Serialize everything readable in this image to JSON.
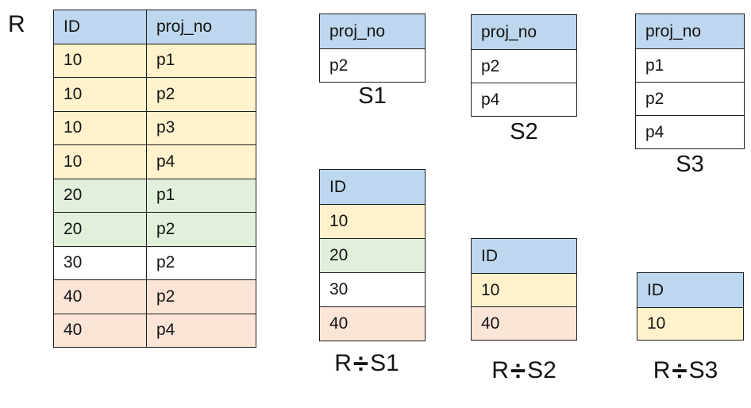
{
  "colors": {
    "header_blue": "#BDD7EE",
    "row_yellow": "#FFF2CC",
    "row_green": "#E2EFDA",
    "row_white": "#FFFFFF",
    "row_pink": "#FCE4D6",
    "border": "#1D1D1D",
    "text": "#141414"
  },
  "tables": {
    "r": {
      "name": "R",
      "columns": [
        "ID",
        "proj_no"
      ],
      "rows": [
        {
          "cells": [
            "10",
            "p1"
          ],
          "color": "row_yellow"
        },
        {
          "cells": [
            "10",
            "p2"
          ],
          "color": "row_yellow"
        },
        {
          "cells": [
            "10",
            "p3"
          ],
          "color": "row_yellow"
        },
        {
          "cells": [
            "10",
            "p4"
          ],
          "color": "row_yellow"
        },
        {
          "cells": [
            "20",
            "p1"
          ],
          "color": "row_green"
        },
        {
          "cells": [
            "20",
            "p2"
          ],
          "color": "row_green"
        },
        {
          "cells": [
            "30",
            "p2"
          ],
          "color": "row_white"
        },
        {
          "cells": [
            "40",
            "p2"
          ],
          "color": "row_pink"
        },
        {
          "cells": [
            "40",
            "p4"
          ],
          "color": "row_pink"
        }
      ]
    },
    "s1": {
      "name": "S1",
      "columns": [
        "proj_no"
      ],
      "rows": [
        {
          "cells": [
            "p2"
          ],
          "color": "row_white"
        }
      ]
    },
    "s2": {
      "name": "S2",
      "columns": [
        "proj_no"
      ],
      "rows": [
        {
          "cells": [
            "p2"
          ],
          "color": "row_white"
        },
        {
          "cells": [
            "p4"
          ],
          "color": "row_white"
        }
      ]
    },
    "s3": {
      "name": "S3",
      "columns": [
        "proj_no"
      ],
      "rows": [
        {
          "cells": [
            "p1"
          ],
          "color": "row_white"
        },
        {
          "cells": [
            "p2"
          ],
          "color": "row_white"
        },
        {
          "cells": [
            "p4"
          ],
          "color": "row_white"
        }
      ]
    },
    "r_div_s1": {
      "name": "R ÷ S1",
      "name_parts": {
        "left": "R",
        "op": "÷",
        "right": "S1"
      },
      "columns": [
        "ID"
      ],
      "rows": [
        {
          "cells": [
            "10"
          ],
          "color": "row_yellow"
        },
        {
          "cells": [
            "20"
          ],
          "color": "row_green"
        },
        {
          "cells": [
            "30"
          ],
          "color": "row_white"
        },
        {
          "cells": [
            "40"
          ],
          "color": "row_pink"
        }
      ]
    },
    "r_div_s2": {
      "name": "R ÷ S2",
      "name_parts": {
        "left": "R",
        "op": "÷",
        "right": "S2"
      },
      "columns": [
        "ID"
      ],
      "rows": [
        {
          "cells": [
            "10"
          ],
          "color": "row_yellow"
        },
        {
          "cells": [
            "40"
          ],
          "color": "row_pink"
        }
      ]
    },
    "r_div_s3": {
      "name": "R ÷ S3",
      "name_parts": {
        "left": "R",
        "op": "÷",
        "right": "S3"
      },
      "columns": [
        "ID"
      ],
      "rows": [
        {
          "cells": [
            "10"
          ],
          "color": "row_yellow"
        }
      ]
    }
  }
}
